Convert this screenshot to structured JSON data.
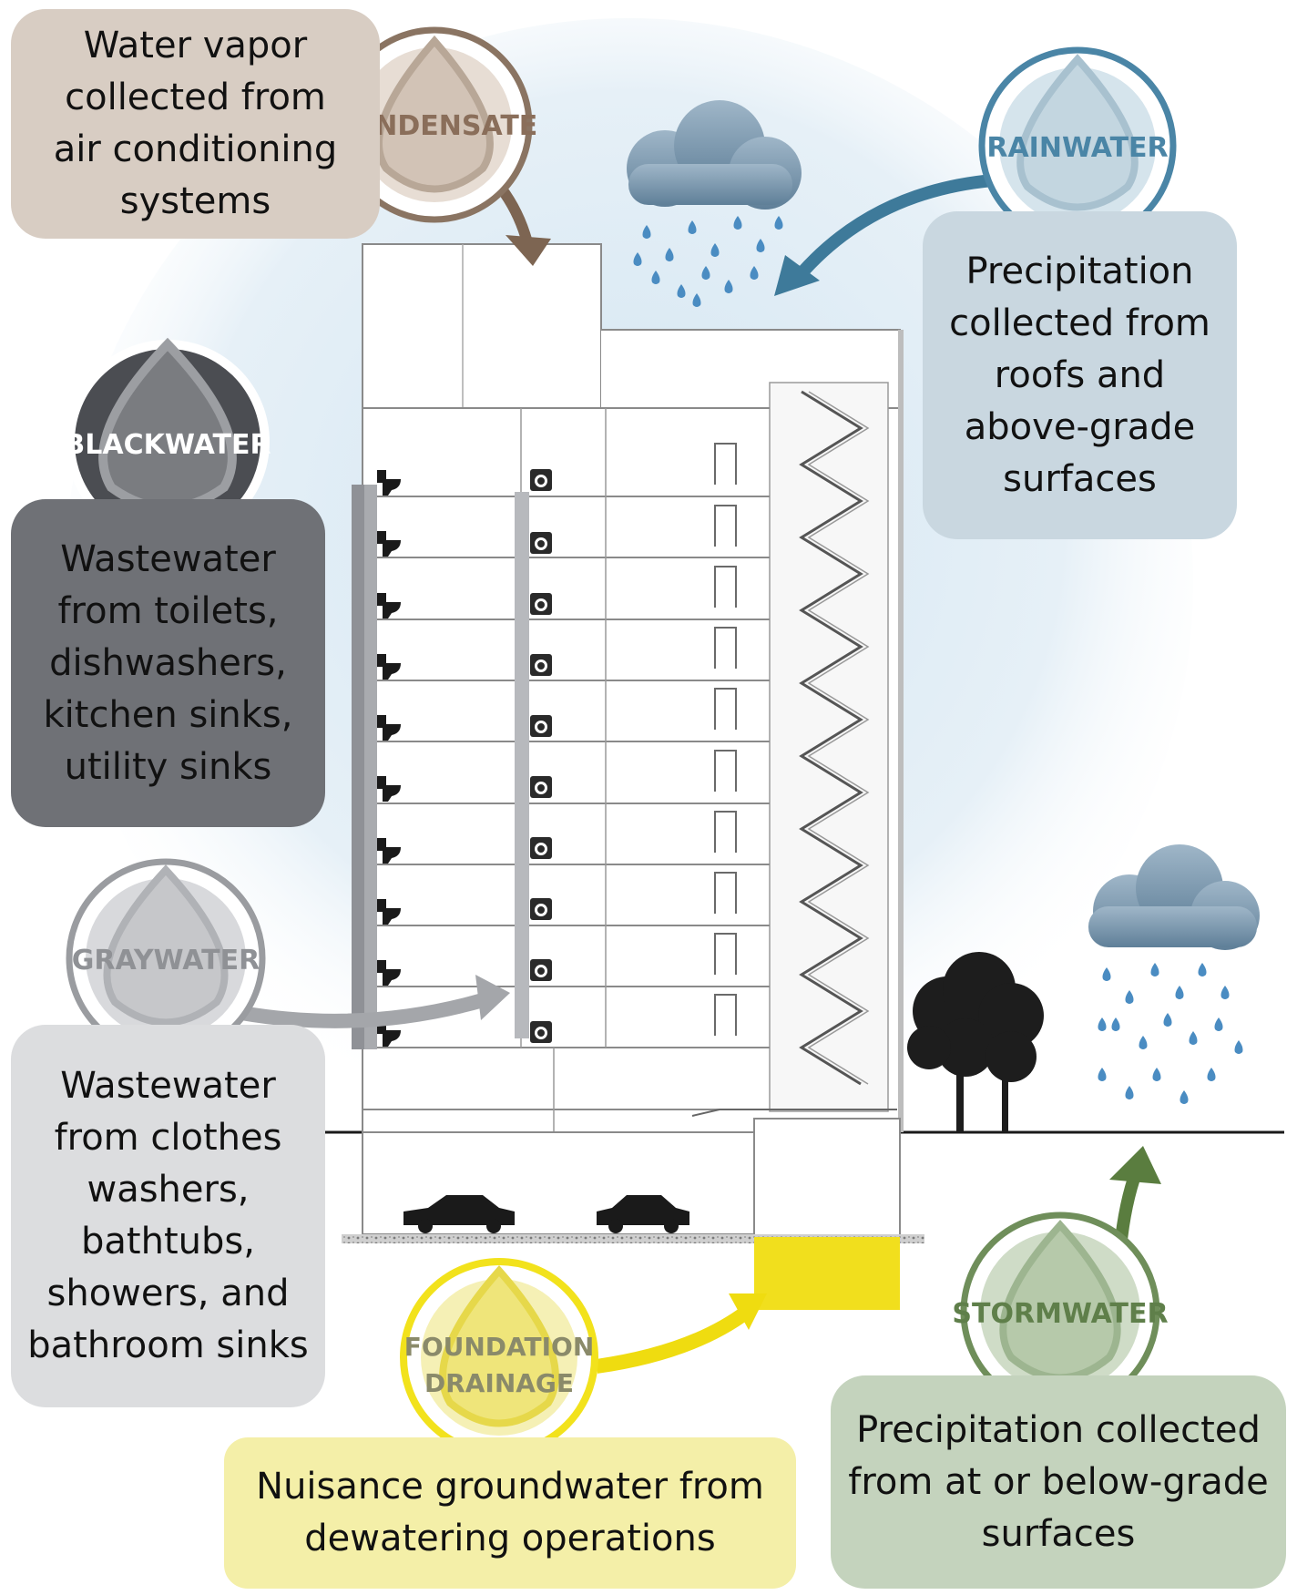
{
  "sources": {
    "condensate": {
      "badge": "CONDENSATE",
      "description": "Water vapor\ncollected from\nair conditioning\nsystems",
      "color": "#8a7462",
      "box_color": "#d8cdc3",
      "text_color": "#111111"
    },
    "rainwater": {
      "badge": "RAINWATER",
      "description": "Precipitation\ncollected from\nroofs and\nabove-grade\nsurfaces",
      "color": "#4a85a6",
      "box_color": "#c9d7e0",
      "text_color": "#111111"
    },
    "blackwater": {
      "badge": "BLACKWATER",
      "description": "Wastewater\nfrom toilets,\ndishwashers,\nkitchen sinks,\nutility sinks",
      "color": "#4b4d52",
      "box_color": "#6f7176",
      "text_color": "#111111"
    },
    "graywater": {
      "badge": "GRAYWATER",
      "description": "Wastewater\nfrom clothes\nwashers,\nbathtubs,\nshowers, and\nbathroom sinks",
      "color": "#9a9ca0",
      "box_color": "#dcdddf",
      "text_color": "#111111"
    },
    "foundation_drainage": {
      "badge_line1": "FOUNDATION",
      "badge_line2": "DRAINAGE",
      "description": "Nuisance groundwater from\ndewatering operations",
      "color": "#f2e21c",
      "box_color": "#f4efa8",
      "text_color": "#111111"
    },
    "stormwater": {
      "badge": "STORMWATER",
      "description": "Precipitation collected\nfrom at or below-grade\nsurfaces",
      "color": "#6f8e5a",
      "box_color": "#c4d3bd",
      "text_color": "#111111"
    }
  }
}
